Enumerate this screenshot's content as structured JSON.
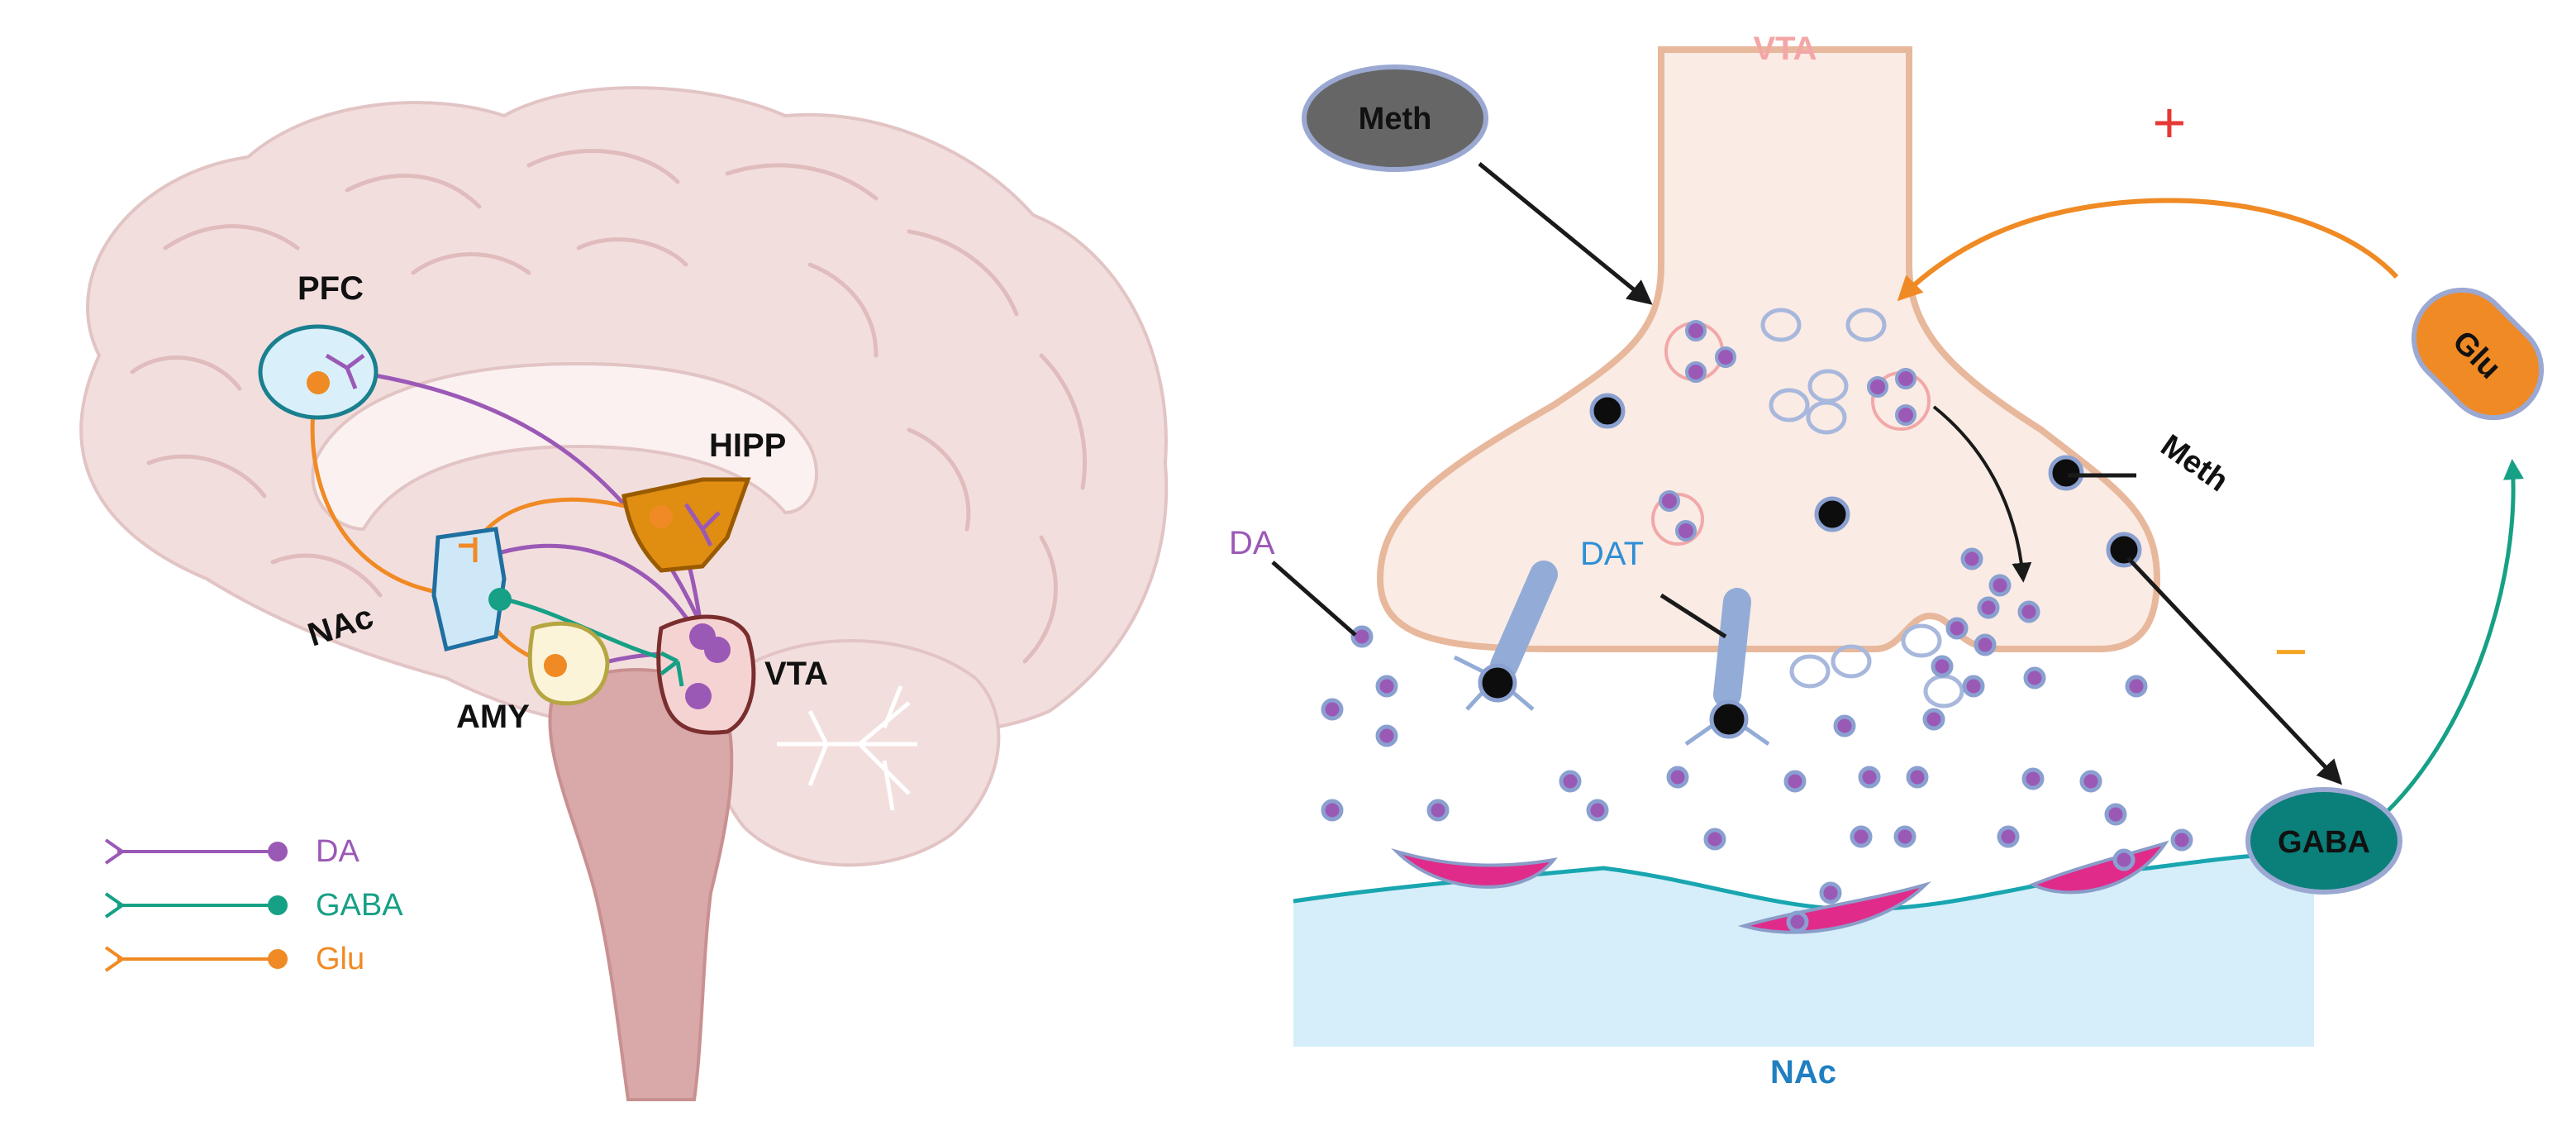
{
  "brain": {
    "labels": {
      "pfc": "PFC",
      "hipp": "HIPP",
      "nac": "NAc",
      "amy": "AMY",
      "vta": "VTA"
    }
  },
  "legend": {
    "items": [
      {
        "label": "DA",
        "color": "#9b59b6"
      },
      {
        "label": "GABA",
        "color": "#16a085"
      },
      {
        "label": "Glu",
        "color": "#f08a24"
      }
    ]
  },
  "synapse": {
    "vta_label": "VTA",
    "nac_label": "NAc",
    "meth_oval_label": "Meth",
    "meth_label": "Meth",
    "glu_label": "Glu",
    "gaba_label": "GABA",
    "da_label": "DA",
    "dat_label": "DAT",
    "plus_sign": "+",
    "minus_sign": "−"
  },
  "colors": {
    "da": "#9b59b6",
    "gaba": "#16a085",
    "glu": "#f08a24",
    "vta_label": "#f4a6a6",
    "nac_label": "#1f7fc0",
    "dat_label": "#2d8fd5",
    "brain": "#f1dede"
  }
}
